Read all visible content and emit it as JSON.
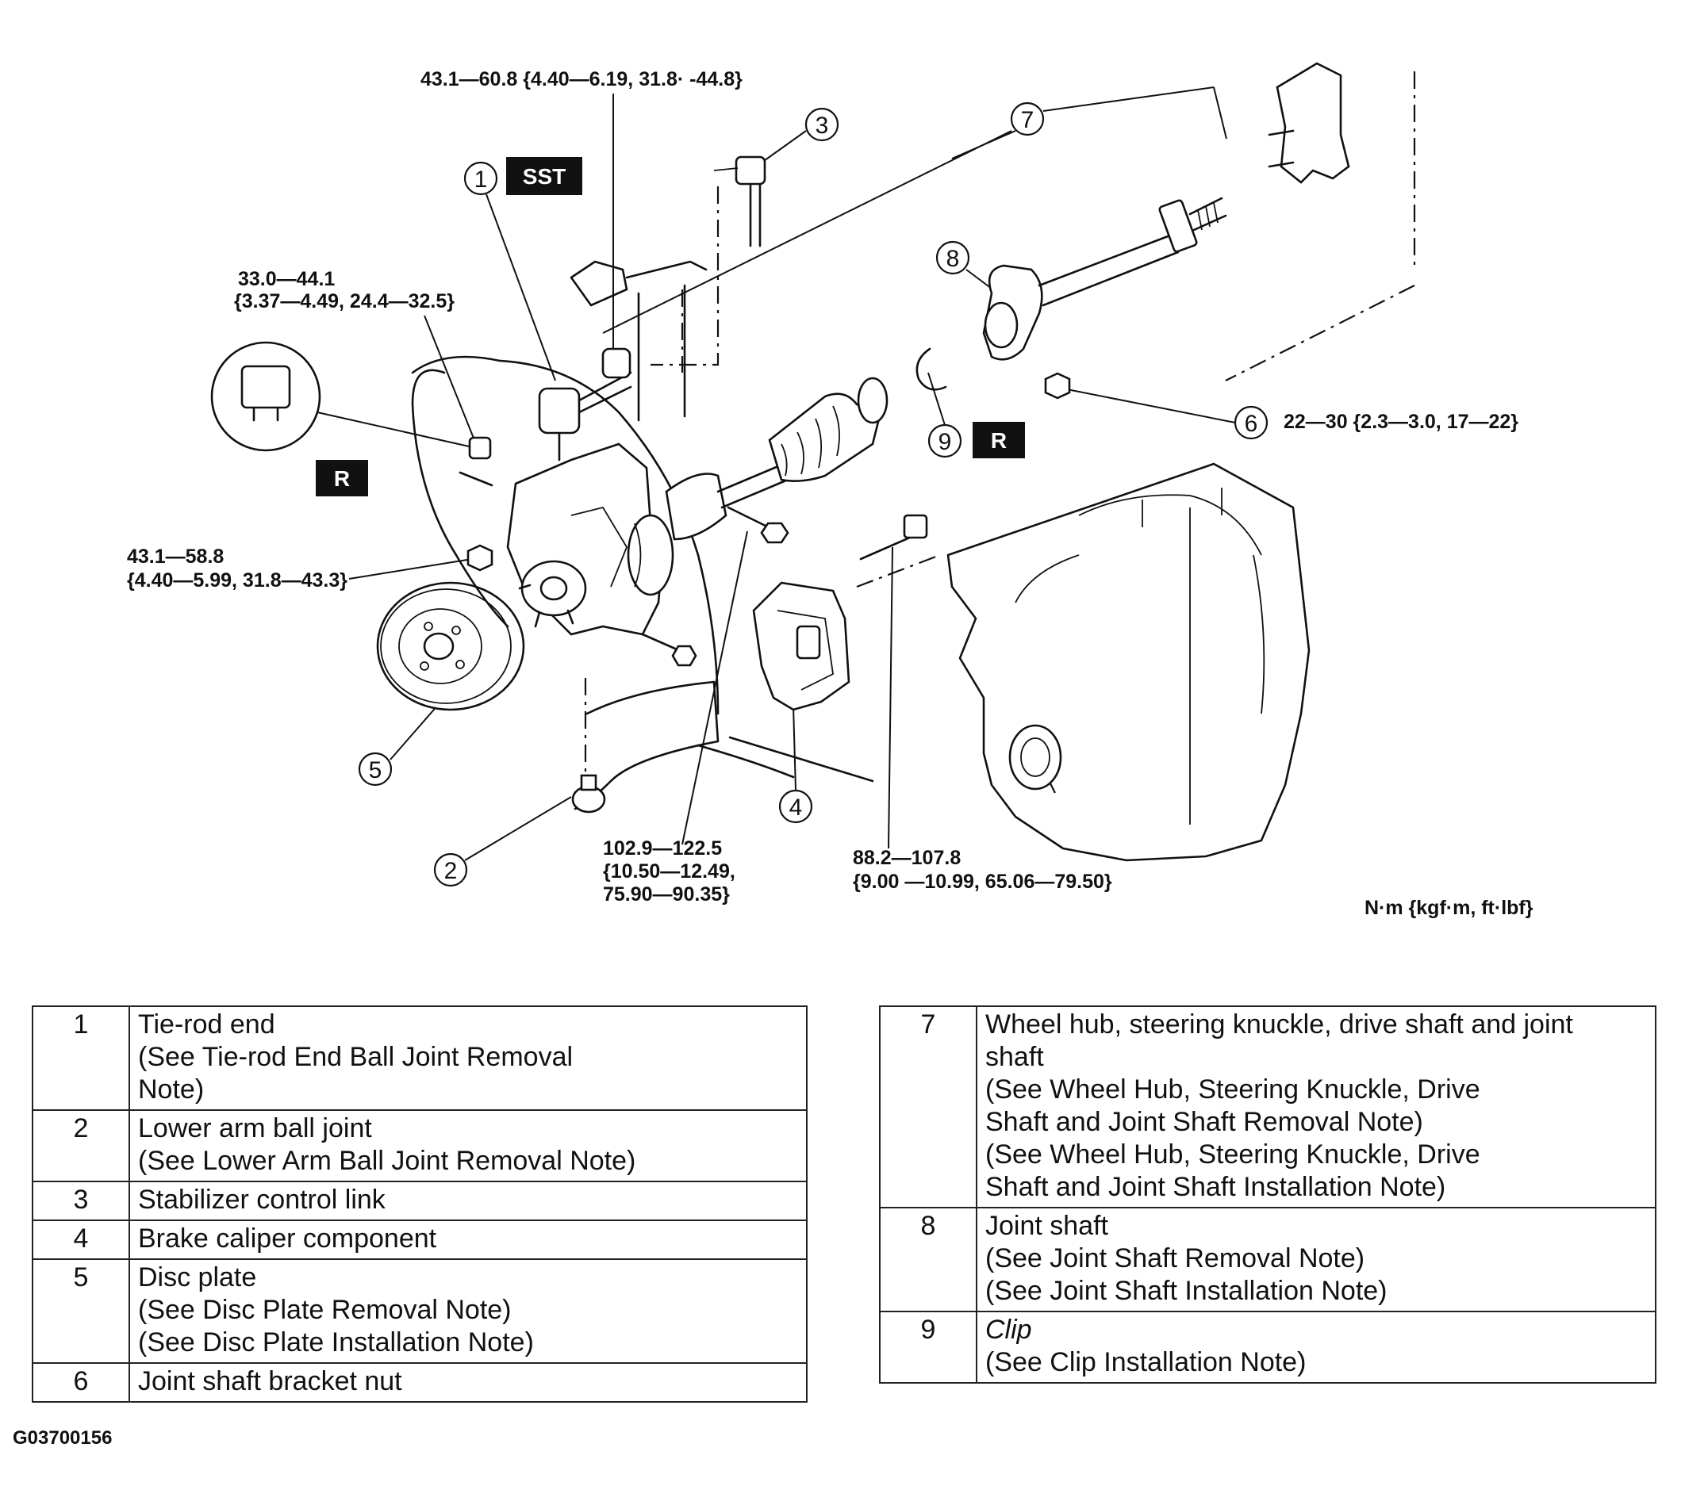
{
  "torque_labels": {
    "tie_rod_nut": "43.1—60.8 {4.40—6.19, 31.8· -44.8}",
    "stabilizer_nut_1": "33.0—44.1",
    "stabilizer_nut_2": "{3.37—4.49, 24.4—32.5}",
    "ball_joint_nut_1": "43.1—58.8",
    "ball_joint_nut_2": "{4.40—5.99, 31.8—43.3}",
    "knuckle_bolt_1": "102.9—122.5",
    "knuckle_bolt_2": "{10.50—12.49,",
    "knuckle_bolt_3": "75.90—90.35}",
    "caliper_bolt_1": "88.2—107.8",
    "caliper_bolt_2": "{9.00 —10.99, 65.06—79.50}",
    "bracket_nut": "22—30 {2.3—3.0, 17—22}"
  },
  "units": "N·m {kgf·m, ft·lbf}",
  "badges": {
    "sst": "SST",
    "replace": "R"
  },
  "callouts": [
    "1",
    "2",
    "3",
    "4",
    "5",
    "6",
    "7",
    "8",
    "9"
  ],
  "legend_left": [
    {
      "num": "1",
      "lines": [
        "Tie-rod end",
        "(See Tie-rod End Ball Joint Removal",
        "Note)"
      ]
    },
    {
      "num": "2",
      "lines": [
        "Lower arm ball joint",
        "(See  Lower Arm Ball Joint Removal Note)"
      ]
    },
    {
      "num": "3",
      "lines": [
        "Stabilizer control link"
      ]
    },
    {
      "num": "4",
      "lines": [
        "Brake caliper component"
      ]
    },
    {
      "num": "5",
      "lines": [
        "Disc plate",
        "(See  Disc Plate Removal Note)",
        "(See  Disc Plate Installation Note)"
      ]
    },
    {
      "num": "6",
      "lines": [
        "Joint shaft bracket nut"
      ]
    }
  ],
  "legend_right": [
    {
      "num": "7",
      "lines": [
        "Wheel hub, steering knuckle, drive shaft and joint",
        "shaft",
        "(See Wheel Hub, Steering Knuckle, Drive",
        "Shaft and Joint Shaft Removal Note)",
        "(See Wheel Hub, Steering Knuckle, Drive",
        "Shaft and Joint Shaft Installation Note)"
      ]
    },
    {
      "num": "8",
      "lines": [
        "Joint shaft",
        "(See Joint Shaft Removal Note)",
        "(See Joint Shaft Installation Note)"
      ]
    },
    {
      "num": "9",
      "lines": [
        "Clip",
        "(See Clip Installation Note)"
      ],
      "italic": true
    }
  ],
  "figure_code": "G03700156"
}
